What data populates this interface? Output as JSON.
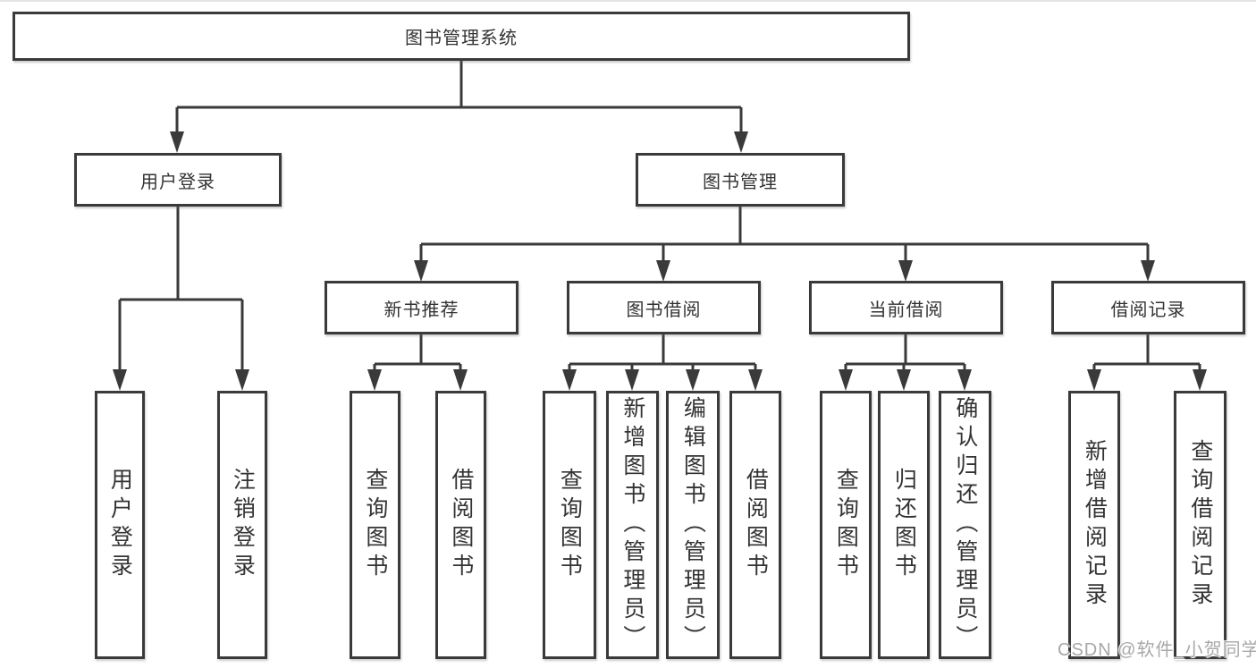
{
  "diagram": {
    "nodes": {
      "root": "图书管理系统",
      "user_login": "用户登录",
      "book_management": "图书管理",
      "new_book_recommend": "新书推荐",
      "book_borrow": "图书借阅",
      "current_borrow": "当前借阅",
      "borrow_record": "借阅记录",
      "leaf_user_login": "用户登录",
      "leaf_logout": "注销登录",
      "leaf_query_book_a": "查询图书",
      "leaf_borrow_book_a": "借阅图书",
      "leaf_query_book_b": "查询图书",
      "leaf_add_book": "新增图书（管理员）",
      "leaf_edit_book": "编辑图书（管理员）",
      "leaf_borrow_book_b": "借阅图书",
      "leaf_query_book_c": "查询图书",
      "leaf_return_book": "归还图书",
      "leaf_confirm_return": "确认归还（管理员）",
      "leaf_add_record": "新增借阅记录",
      "leaf_query_record": "查询借阅记录"
    },
    "colors": {
      "line": "#3a3a3a",
      "text": "#333333",
      "watermark": "#a8a8a8",
      "background": "#ffffff"
    }
  },
  "watermark": "CSDN @软件_小贺同学"
}
